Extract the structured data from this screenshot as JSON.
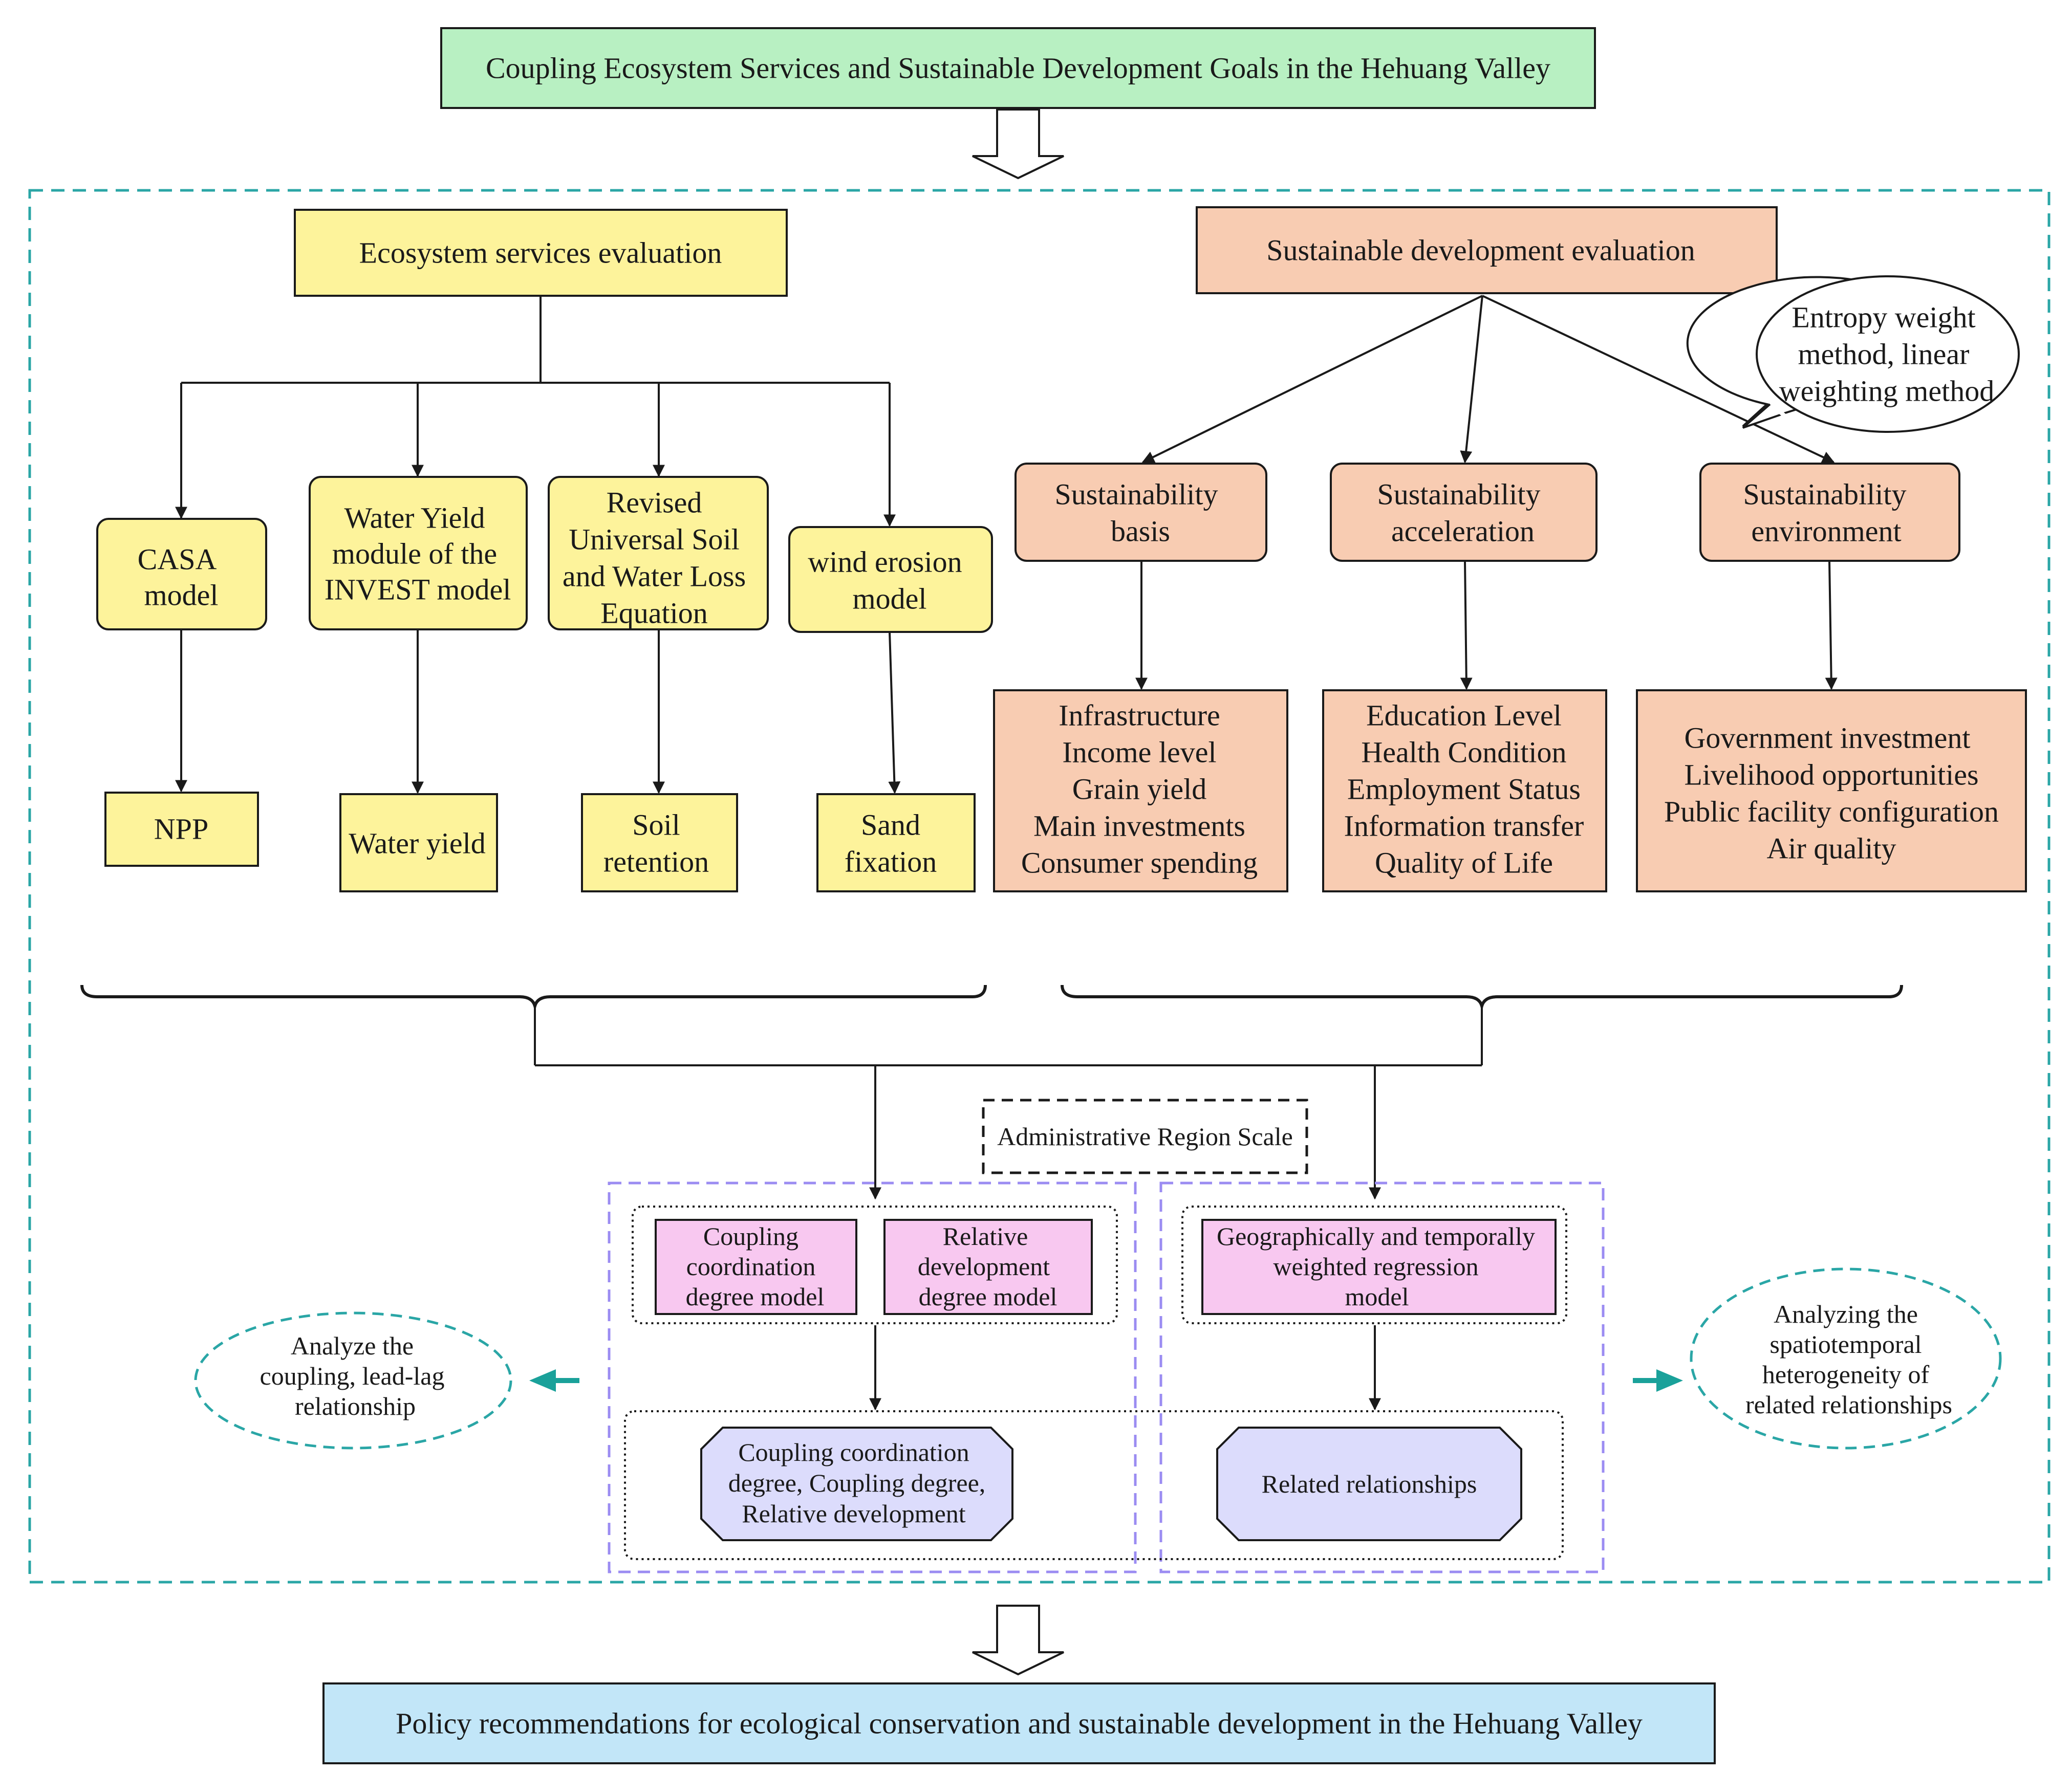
{
  "colors": {
    "title_fill": "#b8f0c2",
    "yellow_fill": "#fdf39b",
    "orange_fill": "#f8ccb2",
    "pink_fill": "#f8c8f0",
    "lavender_fill": "#dcdcfc",
    "policy_fill": "#c2e6f8",
    "teal_dash": "#2aa6a6",
    "purple_dash": "#9b8cf2",
    "teal_arrow": "#1aa19a"
  },
  "title": {
    "top": "Coupling Ecosystem Services and Sustainable Development Goals in the Hehuang Valley",
    "bottom": "Policy recommendations for ecological conservation and sustainable development in the Hehuang Valley"
  },
  "ecosystem": {
    "header": "Ecosystem services evaluation",
    "models": [
      {
        "lines": [
          "CASA",
          "model"
        ]
      },
      {
        "lines": [
          "Water Yield",
          "module of the",
          "INVEST model"
        ]
      },
      {
        "lines": [
          "Revised",
          "Universal Soil",
          "and Water Loss",
          "Equation"
        ]
      },
      {
        "lines": [
          "wind erosion",
          "model"
        ]
      }
    ],
    "outputs": [
      {
        "lines": [
          "NPP"
        ]
      },
      {
        "lines": [
          "Water yield"
        ]
      },
      {
        "lines": [
          "Soil",
          "retention"
        ]
      },
      {
        "lines": [
          "Sand",
          "fixation"
        ]
      }
    ]
  },
  "sustainable": {
    "header": "Sustainable development evaluation",
    "callout": [
      "Entropy weight",
      "method, linear",
      "weighting method"
    ],
    "categories": [
      {
        "lines": [
          "Sustainability",
          "basis"
        ]
      },
      {
        "lines": [
          "Sustainability",
          "acceleration"
        ]
      },
      {
        "lines": [
          "Sustainability",
          "environment"
        ]
      }
    ],
    "indicators": [
      {
        "lines": [
          "Infrastructure",
          "Income level",
          "Grain yield",
          "Main investments",
          "Consumer spending"
        ]
      },
      {
        "lines": [
          "Education Level",
          "Health Condition",
          "Employment Status",
          "Information transfer",
          "Quality of Life"
        ]
      },
      {
        "lines": [
          "Government investment",
          "Livelihood opportunities",
          "Public facility configuration",
          "Air quality"
        ]
      }
    ]
  },
  "analysis": {
    "scale": "Administrative Region Scale",
    "left_models": [
      {
        "lines": [
          "Coupling",
          "coordination",
          "degree model"
        ]
      },
      {
        "lines": [
          "Relative",
          "development",
          "degree model"
        ]
      }
    ],
    "right_model": {
      "lines": [
        "Geographically and temporally",
        "weighted regression",
        "model"
      ]
    },
    "left_result": [
      "Coupling coordination",
      "degree, Coupling degree,",
      "Relative development"
    ],
    "right_result": [
      "Related relationships"
    ],
    "left_note": [
      "Analyze the",
      "coupling, lead-lag",
      "relationship"
    ],
    "right_note": [
      "Analyzing the",
      "spatiotemporal",
      "heterogeneity of",
      "related relationships"
    ]
  }
}
